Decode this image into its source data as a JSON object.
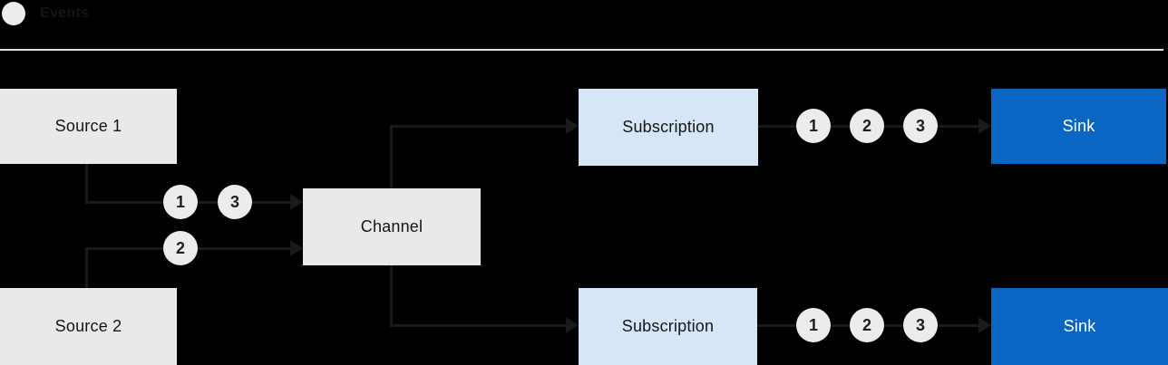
{
  "legend": {
    "label": "Events"
  },
  "colors": {
    "background": "#000000",
    "node_gray": "#e9e9e9",
    "subscription_blue": "#d6e6f7",
    "sink_blue": "#0a66c2",
    "sink_text": "#ffffff",
    "line": "#1a1a1a",
    "text_dark": "#151515",
    "divider": "#e0e0e0",
    "badge_bg": "#ececec"
  },
  "nodes": {
    "source1": "Source 1",
    "source2": "Source 2",
    "channel": "Channel",
    "subscription_top": "Subscription",
    "subscription_bottom": "Subscription",
    "sink_top": "Sink",
    "sink_bottom": "Sink"
  },
  "events": {
    "source1_to_channel": [
      "1",
      "3"
    ],
    "source2_to_channel": [
      "2"
    ],
    "subscription_top_to_sink": [
      "1",
      "2",
      "3"
    ],
    "subscription_bottom_to_sink": [
      "1",
      "2",
      "3"
    ]
  }
}
